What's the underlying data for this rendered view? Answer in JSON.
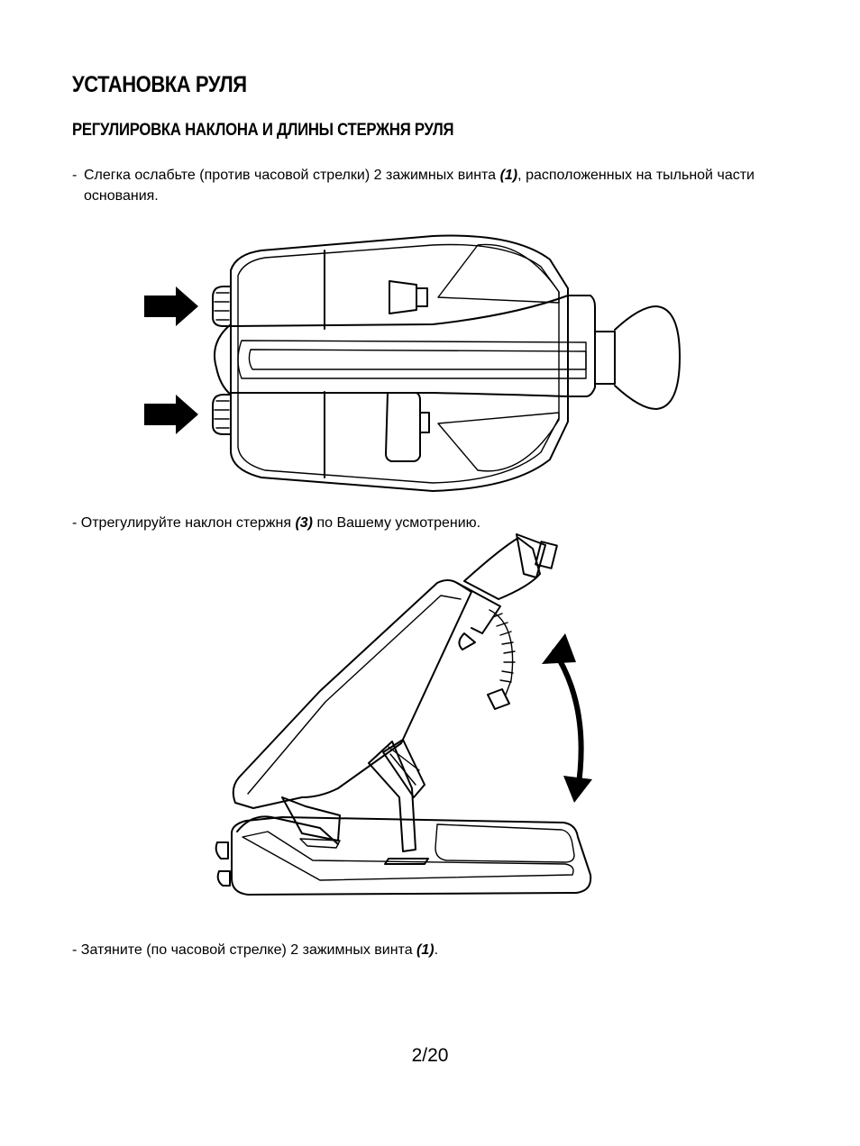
{
  "page": {
    "title": "УСТАНОВКА РУЛЯ",
    "section_title": "РЕГУЛИРОВКА НАКЛОНА И ДЛИНЫ СТЕРЖНЯ РУЛЯ",
    "step1": {
      "dash": "-",
      "text_before": "Слегка ослабьте (против часовой стрелки) 2 зажимных винта ",
      "ref": "(1)",
      "text_after": ", расположенных на тыльной части основания."
    },
    "step2": {
      "text_before": "- Отрегулируйте наклон стержня ",
      "ref": "(3)",
      "text_after": " по Вашему усмотрению."
    },
    "step3": {
      "text_before": "- Затяните (по часовой стрелке) 2 зажимных винта ",
      "ref": "(1)",
      "text_after": "."
    },
    "page_number": "2/20"
  }
}
